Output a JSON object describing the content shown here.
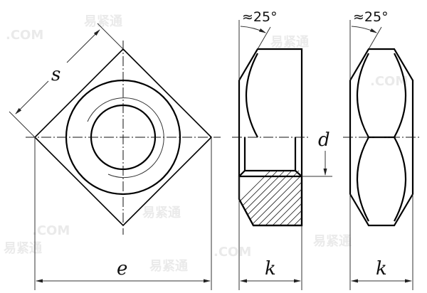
{
  "drawing": {
    "title": "Square nut technical drawing",
    "views": [
      {
        "name": "top-view",
        "shape": "square rotated 45° with chamfer circle and threaded hole"
      },
      {
        "name": "side-view-section",
        "shape": "side view with half section (hatched)"
      },
      {
        "name": "side-view",
        "shape": "side view, chamfered both faces"
      }
    ],
    "dimensions": {
      "s": "s",
      "e": "e",
      "d": "d",
      "k_section": "k",
      "k_side": "k",
      "angle_section": "≈25°",
      "angle_side": "≈25°"
    },
    "colors": {
      "line": "#000000",
      "background": "#ffffff",
      "watermark": "#e6e6e6"
    },
    "watermark": {
      "text": "易紧通",
      "subtext": ".COM"
    }
  }
}
